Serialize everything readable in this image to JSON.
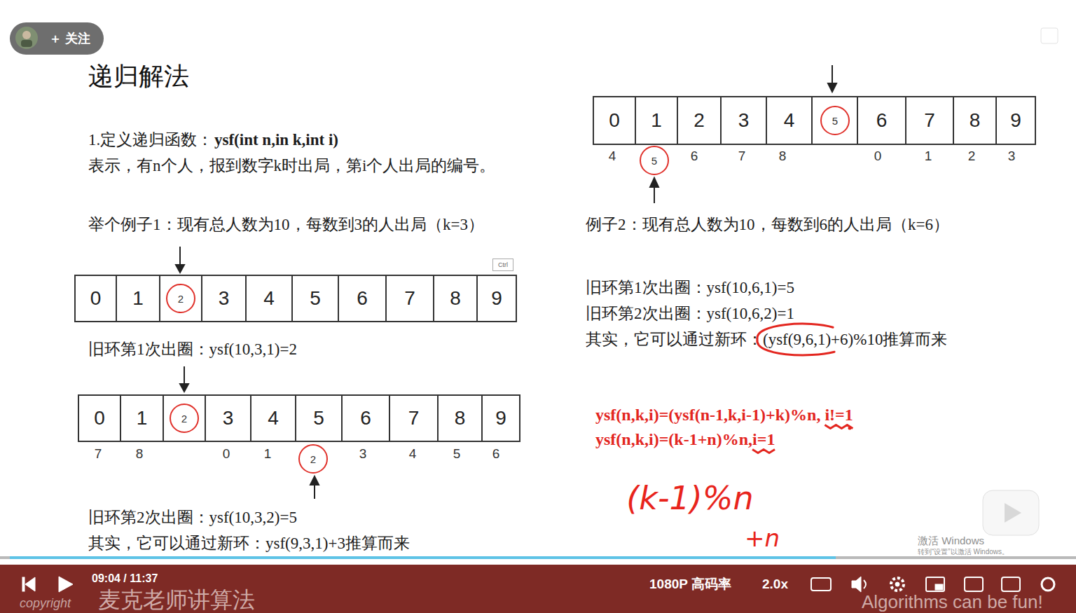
{
  "diagram": {
    "title": "递归解法",
    "nodes": [
      {
        "text": [
          "＋ 关注"
        ]
      },
      {
        "text": [
          "0"
        ]
      },
      {
        "text": [
          "1"
        ]
      },
      {
        "text": []
      },
      {
        "text": [
          "3"
        ]
      },
      {
        "text": [
          "4"
        ]
      },
      {
        "text": [
          "5"
        ]
      },
      {
        "text": [
          "6"
        ]
      },
      {
        "text": [
          "7"
        ]
      },
      {
        "text": [
          "8"
        ]
      },
      {
        "text": [
          "9"
        ]
      },
      {
        "text": [
          "2"
        ],
        "in": 3
      },
      {
        "text": [
          "Ctrl"
        ]
      },
      {
        "text": [
          "0"
        ]
      },
      {
        "text": [
          "1"
        ]
      },
      {
        "text": []
      },
      {
        "text": [
          "3"
        ]
      },
      {
        "text": [
          "4"
        ]
      },
      {
        "text": [
          "5"
        ]
      },
      {
        "text": [
          "6"
        ]
      },
      {
        "text": [
          "7"
        ]
      },
      {
        "text": [
          "8"
        ]
      },
      {
        "text": [
          "9"
        ]
      },
      {
        "text": [
          "2"
        ],
        "in": 15
      },
      {
        "text": [
          "2"
        ]
      },
      {
        "text": [
          "0"
        ]
      },
      {
        "text": [
          "1"
        ]
      },
      {
        "text": [
          "2"
        ]
      },
      {
        "text": [
          "3"
        ]
      },
      {
        "text": [
          "4"
        ]
      },
      {
        "text": []
      },
      {
        "text": [
          "6"
        ]
      },
      {
        "text": [
          "7"
        ]
      },
      {
        "text": [
          "8"
        ]
      },
      {
        "text": [
          "9"
        ]
      },
      {
        "text": [
          "5"
        ],
        "in": 30
      },
      {
        "text": [
          "5"
        ]
      }
    ],
    "labels": [
      "1.定义递归函数：",
      "ysf(int n,in k,int i)",
      "表示，有n个人，报到数字k时出局，第i个人出局的编号。",
      "举个例子1：现有总人数为10，每数到3的人出局（k=3）",
      "旧环第1次出圈：ysf(10,3,1)=2",
      "7",
      "8",
      "0",
      "1",
      "3",
      "4",
      "5",
      "6",
      "旧环第2次出圈：ysf(10,3,2)=5",
      "其实，它可以通过新环：ysf(9,3,1)+3推算而来",
      "4",
      "6",
      "7",
      "8",
      "0",
      "1",
      "2",
      "3",
      "例子2：现有总人数为10，每数到6的人出局（k=6）",
      "旧环第1次出圈：ysf(10,6,1)=5",
      "旧环第2次出圈：ysf(10,6,2)=1",
      "其实，它可以通过新环：(ysf(9,6,1)+6)%10推算而来",
      "ysf(n,k,i)=(ysf(n-1,k,i-1)+k)%n, i!=1",
      "ysf(n,k,i)=(k-1+n)%n,i=1",
      "(k-1)%n",
      "+n",
      "激活 Windows",
      "转到“设置”以激活 Windows。",
      "copyright",
      "麦克老师讲算法",
      "09:04 / 11:37",
      "1080P 高码率",
      "2.0x",
      "Algorithms can be fun!"
    ]
  }
}
